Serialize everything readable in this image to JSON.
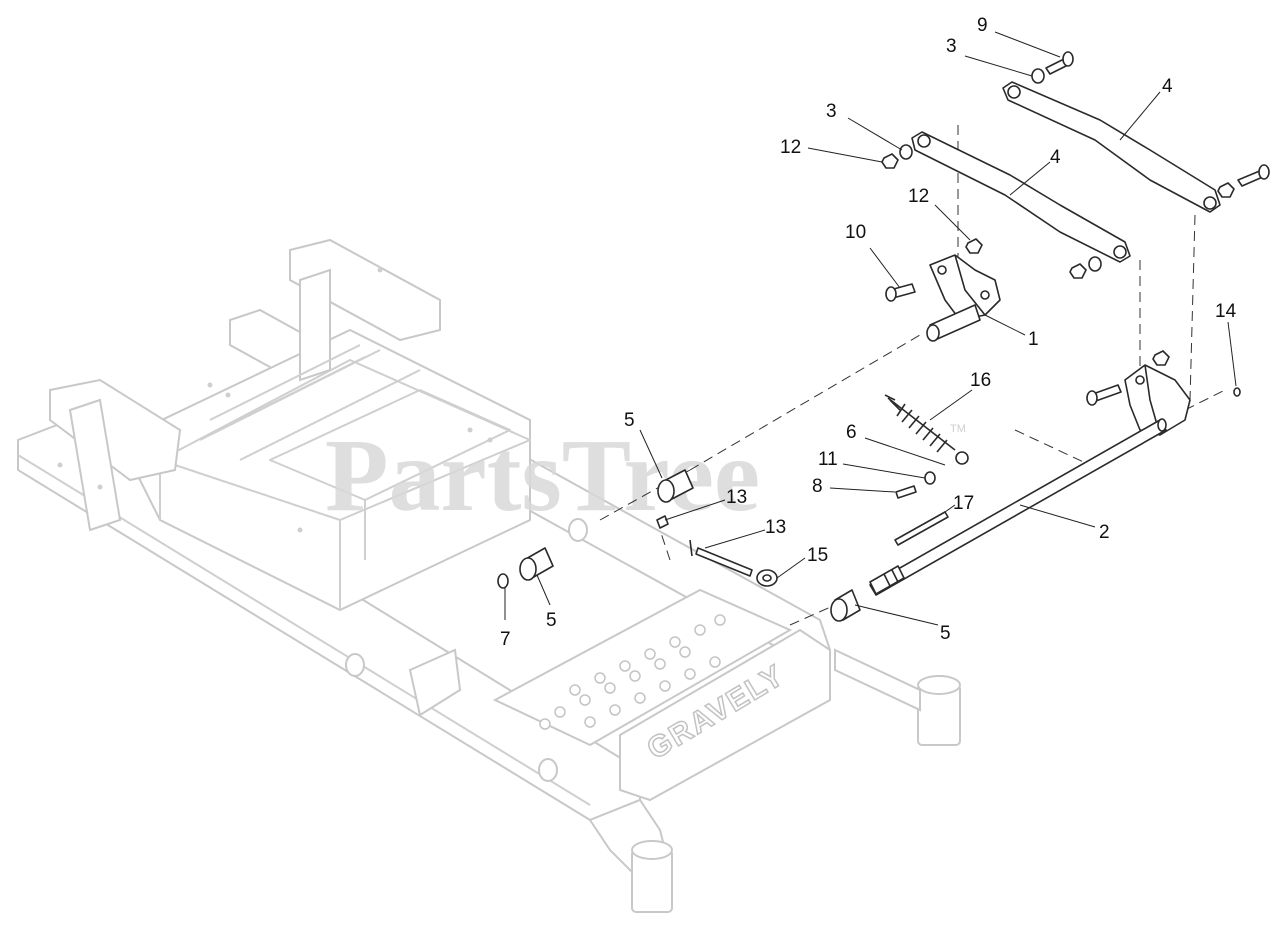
{
  "watermark": "PartsTree",
  "watermark_tm": "TM",
  "frame_brand": "GRAVELY",
  "callouts": [
    {
      "id": "c9",
      "label": "9"
    },
    {
      "id": "c3a",
      "label": "3"
    },
    {
      "id": "c4a",
      "label": "4"
    },
    {
      "id": "c3b",
      "label": "3"
    },
    {
      "id": "c12a",
      "label": "12"
    },
    {
      "id": "c4b",
      "label": "4"
    },
    {
      "id": "c12b",
      "label": "12"
    },
    {
      "id": "c10",
      "label": "10"
    },
    {
      "id": "c1",
      "label": "1"
    },
    {
      "id": "c14",
      "label": "14"
    },
    {
      "id": "c16",
      "label": "16"
    },
    {
      "id": "c6",
      "label": "6"
    },
    {
      "id": "c11",
      "label": "11"
    },
    {
      "id": "c8",
      "label": "8"
    },
    {
      "id": "c17",
      "label": "17"
    },
    {
      "id": "c2",
      "label": "2"
    },
    {
      "id": "c5a",
      "label": "5"
    },
    {
      "id": "c13a",
      "label": "13"
    },
    {
      "id": "c13b",
      "label": "13"
    },
    {
      "id": "c15",
      "label": "15"
    },
    {
      "id": "c7",
      "label": "7"
    },
    {
      "id": "c5b",
      "label": "5"
    },
    {
      "id": "c5c",
      "label": "5"
    }
  ]
}
